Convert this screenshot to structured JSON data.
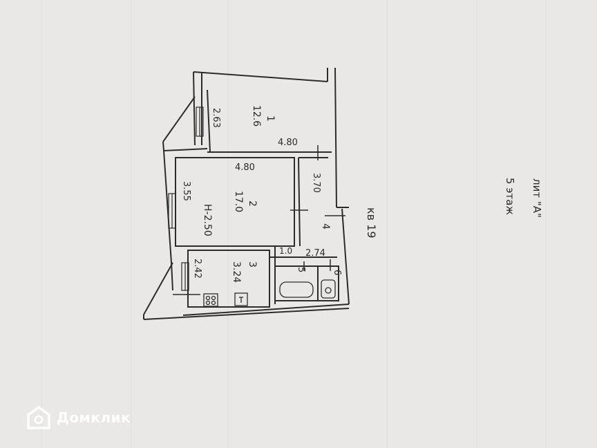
{
  "plan": {
    "title": "кв 19",
    "letter": "лит \"А\"",
    "floor": "5 этаж",
    "ceiling_height": "Н-2.50",
    "rooms": [
      {
        "number": "1",
        "area": "12.6"
      },
      {
        "number": "2",
        "area": "17.0"
      },
      {
        "number": "3",
        "area": "3.24"
      },
      {
        "number": "4",
        "area": ""
      },
      {
        "number": "5",
        "area": ""
      },
      {
        "number": "6",
        "area": ""
      }
    ],
    "dimensions": [
      "2.63",
      "4.80",
      "4.80",
      "3.70",
      "3.55",
      "1.0",
      "2.74",
      "2.42"
    ]
  },
  "watermark": {
    "text": "Домклик",
    "icon": "domclick-house-icon"
  },
  "colors": {
    "paper": "#e9e8e6",
    "ink": "#2a2a2a"
  }
}
